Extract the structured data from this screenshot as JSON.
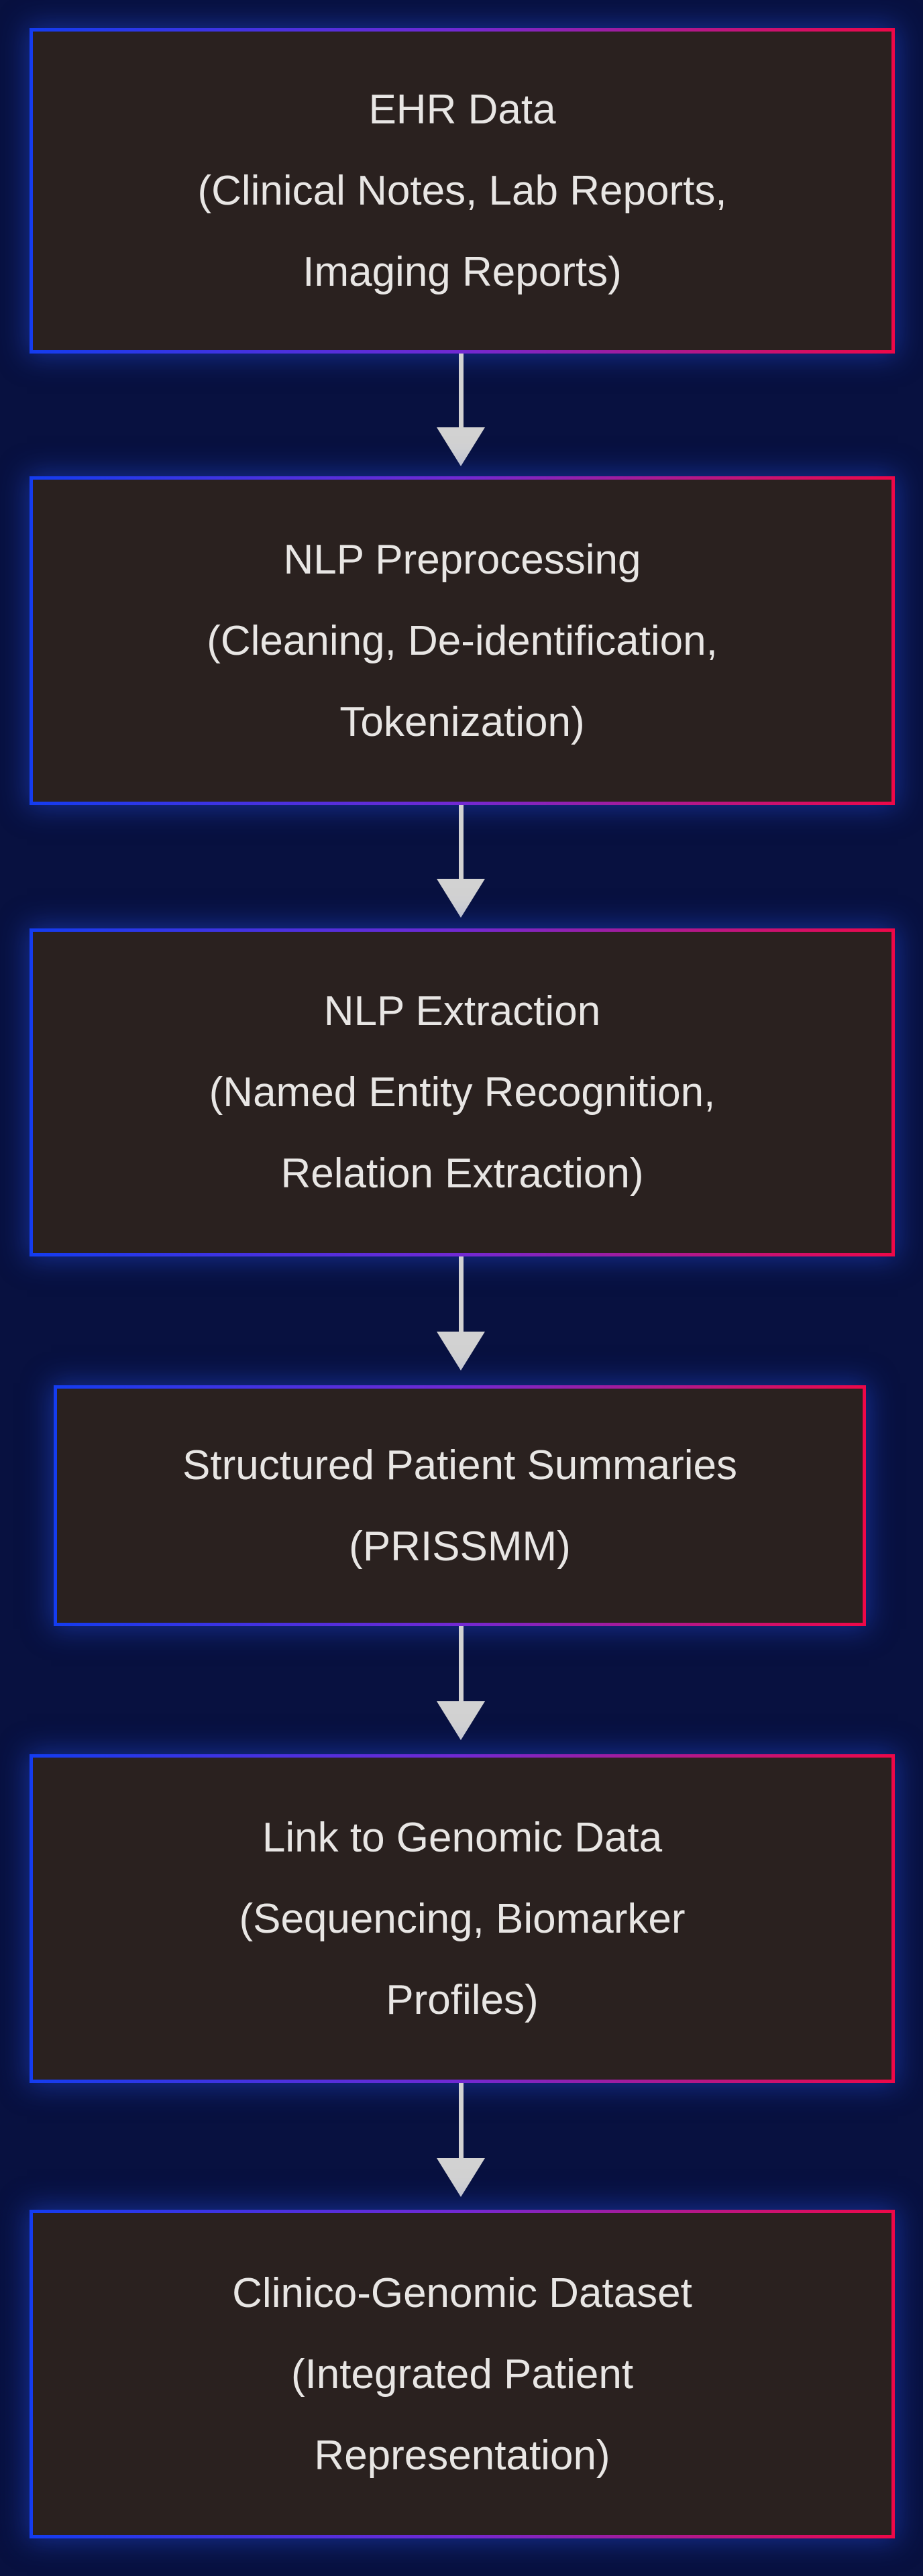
{
  "colors": {
    "background": "#081140",
    "box_fill": "#2a211f",
    "border_gradient_start": "#143cf0",
    "border_gradient_mid": "#7229d2",
    "border_gradient_end": "#ee0848",
    "text": "#e8e6e4",
    "arrow": "#d2d2d2",
    "glow": "rgba(36,78,228,0.50)"
  },
  "flowchart": {
    "direction": "top-to-bottom",
    "boxes": [
      {
        "id": "ehr-data",
        "lines": [
          "EHR Data",
          "(Clinical Notes, Lab Reports,",
          "Imaging Reports)"
        ]
      },
      {
        "id": "nlp-preprocessing",
        "lines": [
          "NLP Preprocessing",
          "(Cleaning, De-identification,",
          "Tokenization)"
        ]
      },
      {
        "id": "nlp-extraction",
        "lines": [
          "NLP Extraction",
          "(Named Entity Recognition,",
          "Relation Extraction)"
        ]
      },
      {
        "id": "structured-patient-summaries",
        "lines": [
          "Structured Patient Summaries",
          "(PRISSMM)"
        ]
      },
      {
        "id": "link-to-genomic-data",
        "lines": [
          "Link to Genomic Data",
          "(Sequencing, Biomarker",
          "Profiles)"
        ]
      },
      {
        "id": "clinico-genomic-dataset",
        "lines": [
          "Clinico-Genomic Dataset",
          "(Integrated Patient",
          "Representation)"
        ]
      }
    ]
  }
}
